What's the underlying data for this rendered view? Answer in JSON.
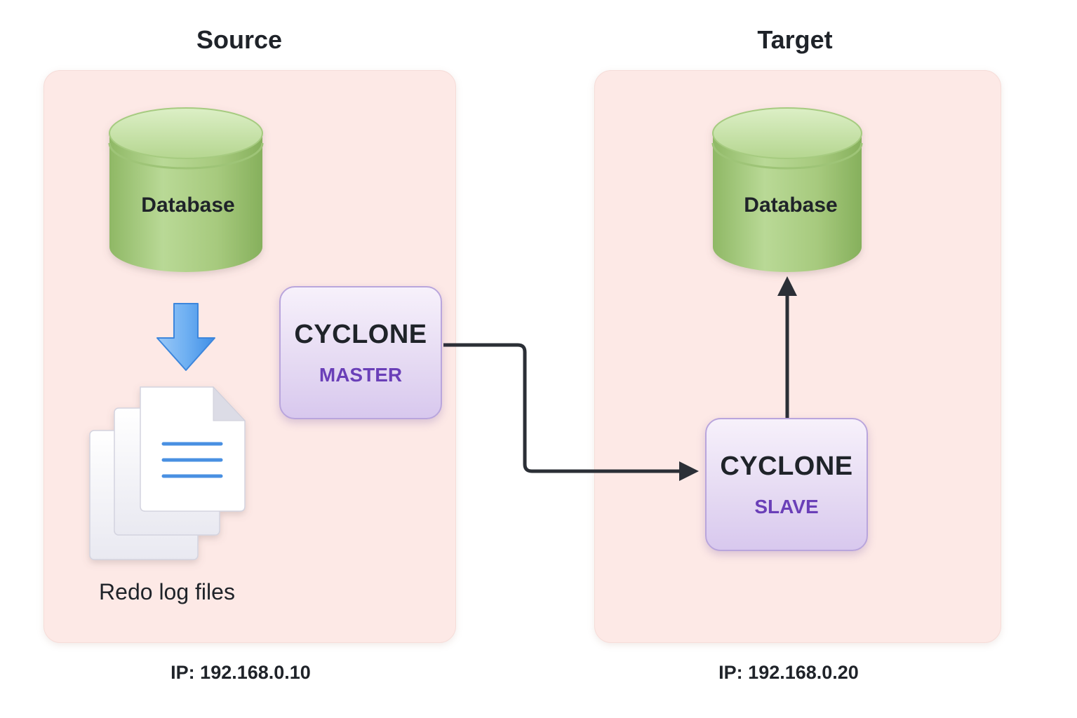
{
  "source": {
    "heading": "Source",
    "database_label": "Database",
    "redo_caption": "Redo log files",
    "node_title": "CYCLONE",
    "node_role": "MASTER",
    "ip": "IP: 192.168.0.10"
  },
  "target": {
    "heading": "Target",
    "database_label": "Database",
    "node_title": "CYCLONE",
    "node_role": "SLAVE",
    "ip": "IP: 192.168.0.20"
  },
  "colors": {
    "zone_fill": "#fde9e6",
    "database_green": "#a8cc7e",
    "node_purple": "#e6dbf3",
    "role_text": "#6a3fb8",
    "arrow_blue": "#5aa2ee",
    "connector": "#2b2f36"
  },
  "icons": [
    "database-icon",
    "download-arrow-icon",
    "document-stack-icon"
  ]
}
